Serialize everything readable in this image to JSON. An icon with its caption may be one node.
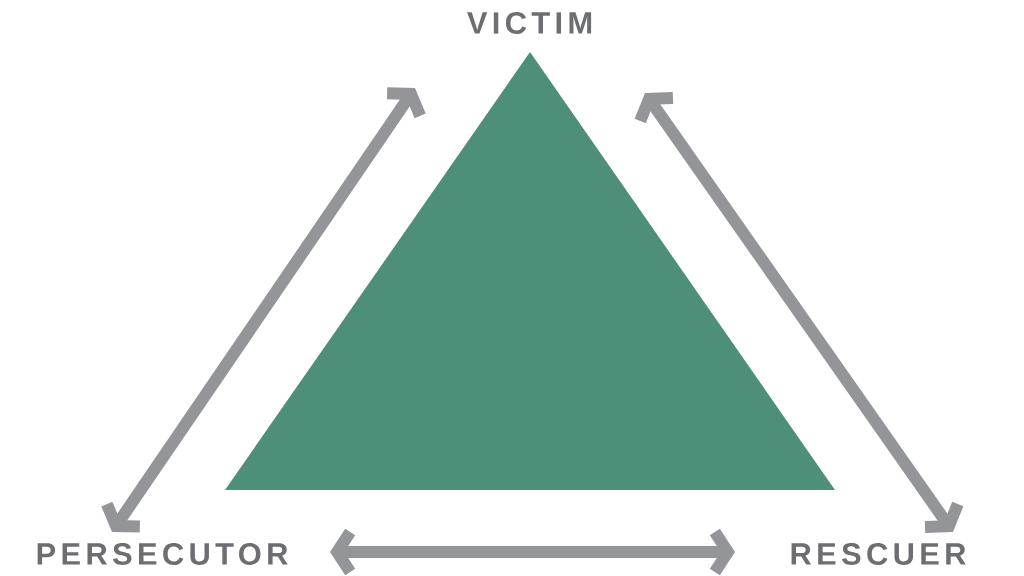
{
  "diagram": {
    "nodes": [
      {
        "text": [
          "VICTIM"
        ]
      },
      {
        "text": [
          "PERSECUTOR"
        ]
      },
      {
        "text": [
          "RESCUER"
        ]
      }
    ],
    "edges": [
      {
        "from": 1,
        "to": 0,
        "arrow": "both"
      },
      {
        "from": 0,
        "to": 2,
        "arrow": "both"
      },
      {
        "from": 1,
        "to": 2,
        "arrow": "both"
      }
    ]
  }
}
